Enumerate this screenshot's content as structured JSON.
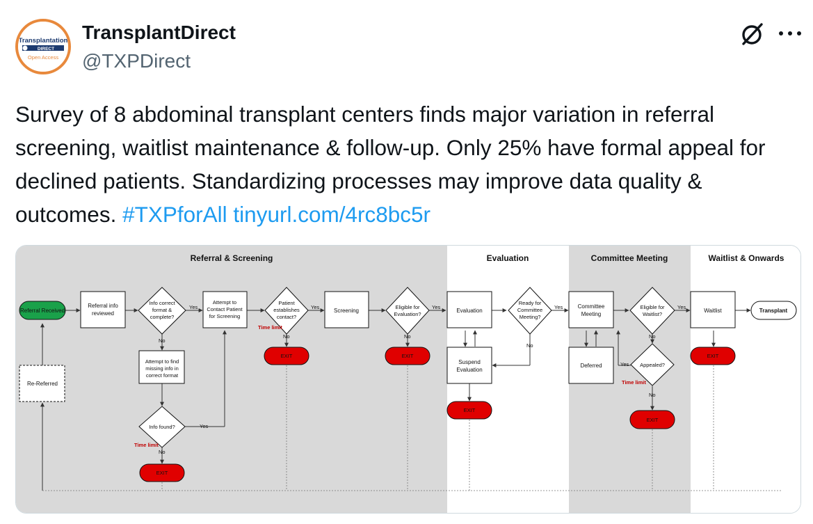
{
  "account": {
    "display_name": "TransplantDirect",
    "handle": "@TXPDirect",
    "avatar": {
      "line1": "Transplantation",
      "line2": "DIRECT",
      "line3": "Open Access",
      "ring_color": "#e8893c"
    }
  },
  "actions": {
    "grok_icon": "grok-icon",
    "more_icon": "more-icon"
  },
  "tweet": {
    "text": "Survey of 8 abdominal transplant centers finds major variation in referral screening, waitlist maintenance & follow-up. Only 25% have formal appeal for declined patients. Standardizing processes may improve data quality & outcomes.",
    "hashtag": "#TXPforAll",
    "link": "tinyurl.com/4rc8bc5r",
    "link_color": "#1d9bf0"
  },
  "flowchart": {
    "sections": {
      "referral": "Referral & Screening",
      "evaluation": "Evaluation",
      "committee": "Committee Meeting",
      "waitlist": "Waitlist & Onwards"
    },
    "nodes": {
      "referral_received": "Referral Received",
      "referral_info_1": "Referral info",
      "referral_info_2": "reviewed",
      "info_correct_1": "Info correct",
      "info_correct_2": "format &",
      "info_correct_3": "complete?",
      "attempt_contact_1": "Attempt to",
      "attempt_contact_2": "Contact Patient",
      "attempt_contact_3": "for Screening",
      "patient_contact_1": "Patient",
      "patient_contact_2": "establishes",
      "patient_contact_3": "contact?",
      "screening": "Screening",
      "eligible_eval_1": "Eligible for",
      "eligible_eval_2": "Evaluation?",
      "evaluation": "Evaluation",
      "ready_committee_1": "Ready for",
      "ready_committee_2": "Committee",
      "ready_committee_3": "Meeting?",
      "committee_meeting_1": "Committee",
      "committee_meeting_2": "Meeting",
      "eligible_waitlist_1": "Eligible for",
      "eligible_waitlist_2": "Waitlist?",
      "waitlist": "Waitlist",
      "transplant": "Transplant",
      "attempt_find_1": "Attempt to find",
      "attempt_find_2": "missing info in",
      "attempt_find_3": "correct format",
      "info_found": "Info found?",
      "re_referred": "Re-Referred",
      "suspend_eval_1": "Suspend",
      "suspend_eval_2": "Evaluation",
      "deferred": "Deferred",
      "appealed": "Appealed?",
      "exit": "EXIT",
      "time_limit": "Time limit",
      "yes": "Yes",
      "no": "No"
    },
    "colors": {
      "shaded_section": "#d9d9d9",
      "start_node": "#1aa14a",
      "exit_node": "#e00000",
      "time_limit_text": "#c00000"
    }
  }
}
